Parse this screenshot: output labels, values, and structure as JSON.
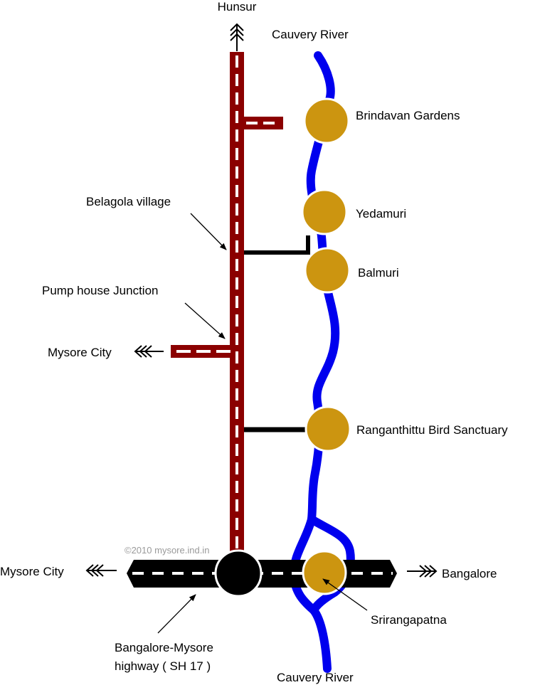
{
  "colors": {
    "state_road": "#8b0000",
    "highway": "#000000",
    "river": "#0000ee",
    "place": "#cc9510",
    "road_dash": "#ffffff",
    "text": "#000000",
    "credit": "#9a9a9a"
  },
  "rivers": {
    "top_label": "Cauvery River",
    "bottom_label": "Cauvery River"
  },
  "places": [
    {
      "id": "brindavan",
      "label": "Brindavan Gardens"
    },
    {
      "id": "yedamuri",
      "label": "Yedamuri"
    },
    {
      "id": "balmuri",
      "label": "Balmuri"
    },
    {
      "id": "ranganthittu",
      "label": "Ranganthittu Bird Sanctuary"
    },
    {
      "id": "srirangapatna",
      "label": "Srirangapatna"
    }
  ],
  "roads": {
    "north_destination": "Hunsur",
    "west_destination_mid": "Mysore City",
    "west_destination_highway": "Mysore City",
    "east_destination_highway": "Bangalore"
  },
  "annotations": {
    "belagola": "Belagola village",
    "pump_house": "Pump house Junction",
    "highway_line1": "Bangalore-Mysore",
    "highway_line2": "highway ( SH 17 )"
  },
  "credit": "©2010 mysore.ind.in"
}
